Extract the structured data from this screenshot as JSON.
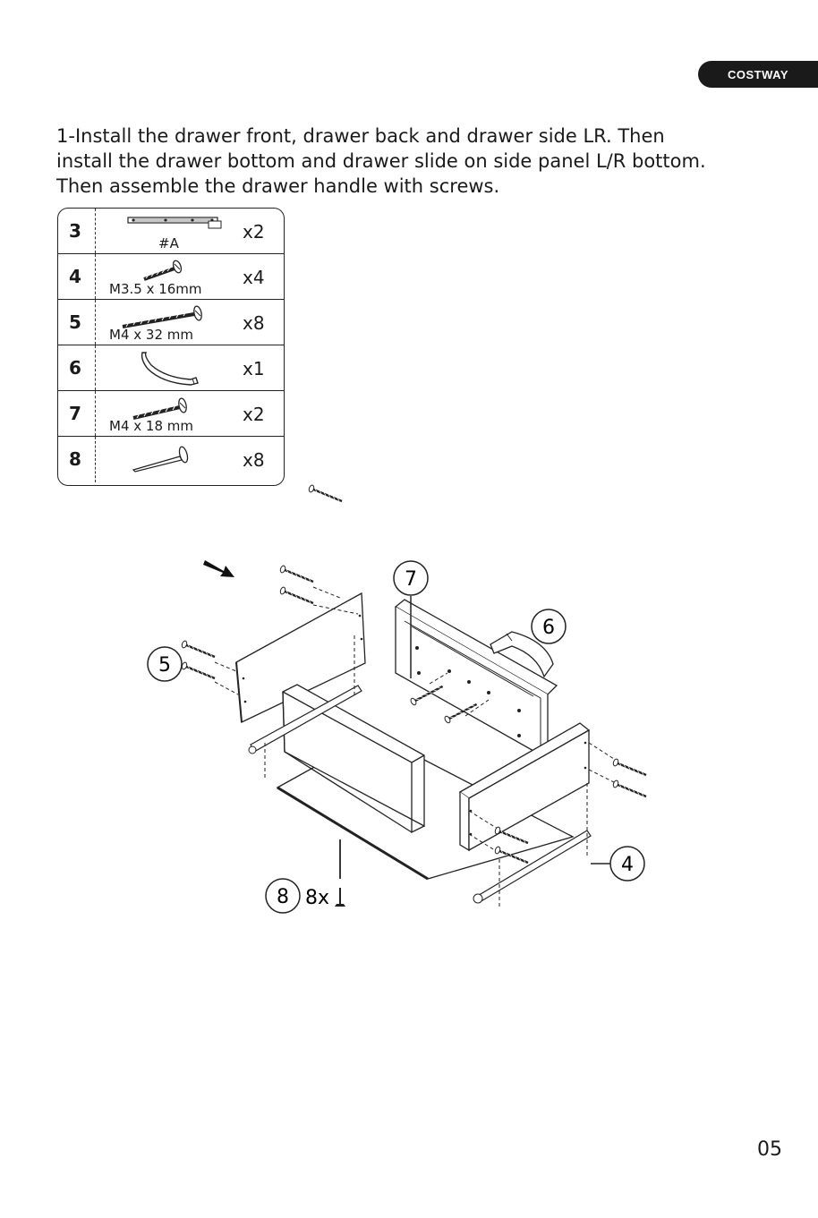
{
  "brand": "COSTWAY",
  "instruction": {
    "line1": "1-Install the drawer front, drawer back and drawer side LR. Then",
    "line2": "install the drawer bottom and drawer slide on side panel L/R bottom.",
    "line3": "Then assemble the drawer handle with screws."
  },
  "parts": [
    {
      "num": "3",
      "spec": "#A",
      "qty": "x2",
      "icon": "drawer-slide-icon"
    },
    {
      "num": "4",
      "spec": "M3.5 x 16mm",
      "qty": "x4",
      "icon": "screw-icon"
    },
    {
      "num": "5",
      "spec": "M4 x 32 mm",
      "qty": "x8",
      "icon": "long-screw-icon"
    },
    {
      "num": "6",
      "spec": "",
      "qty": "x1",
      "icon": "handle-icon"
    },
    {
      "num": "7",
      "spec": "M4 x 18 mm",
      "qty": "x2",
      "icon": "screw-icon"
    },
    {
      "num": "8",
      "spec": "",
      "qty": "x8",
      "icon": "nail-icon"
    }
  ],
  "diagram": {
    "callouts": [
      "7",
      "6",
      "5",
      "4",
      "8"
    ],
    "nail_count_label": "8x"
  },
  "page_number": "05"
}
